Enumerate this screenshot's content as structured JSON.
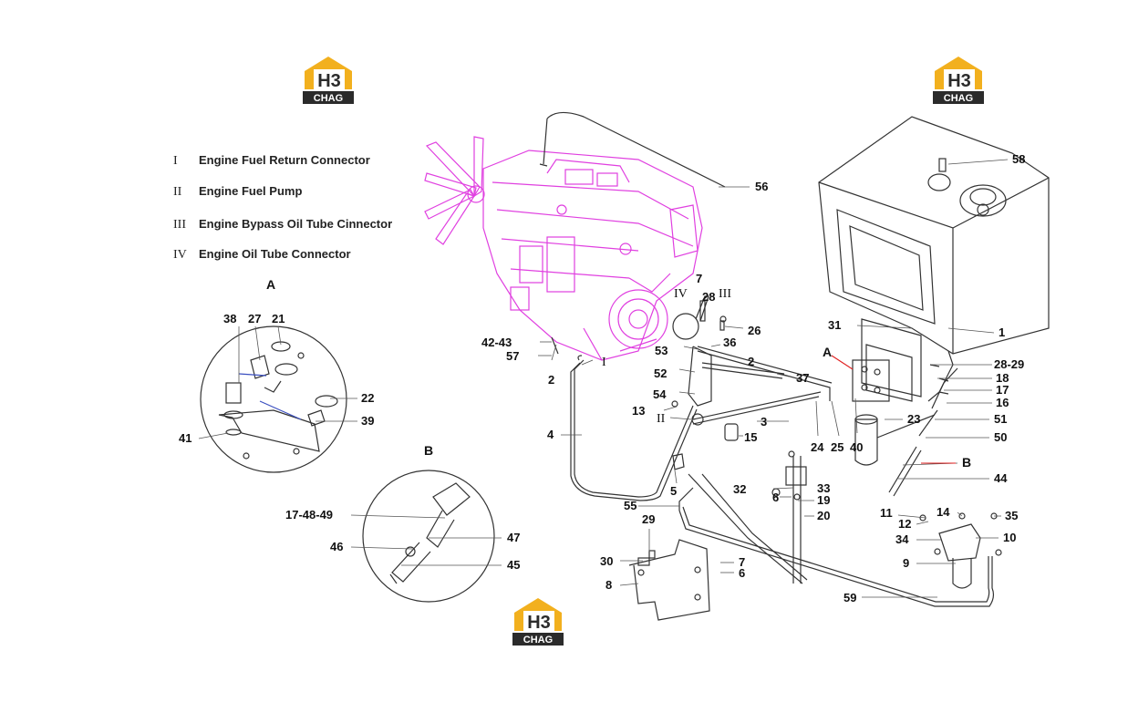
{
  "legend": [
    {
      "numeral": "I",
      "text": "Engine Fuel Return Connector"
    },
    {
      "numeral": "II",
      "text": "Engine Fuel Pump"
    },
    {
      "numeral": "III",
      "text": "Engine Bypass Oil Tube Cinnector"
    },
    {
      "numeral": "IV",
      "text": "Engine Oil Tube Connector"
    }
  ],
  "detail_labels": {
    "a": "A",
    "b": "B"
  },
  "logo": {
    "mark": "H3",
    "text": "CHAG"
  },
  "colors": {
    "engine": "#e040e0",
    "lines": "#333333",
    "leader_red": "#e02020",
    "logo_yellow": "#f2b01e",
    "logo_dark": "#2b2b2b"
  },
  "callouts": {
    "c1": "1",
    "c2a": "2",
    "c2b": "2",
    "c3": "3",
    "c4": "4",
    "c5": "5",
    "c6a": "6",
    "c6b": "6",
    "c7a": "7",
    "c7b": "7",
    "c8": "8",
    "c9": "9",
    "c10": "10",
    "c11": "11",
    "c12": "12",
    "c13": "13",
    "c14": "14",
    "c15": "15",
    "c16": "16",
    "c17": "17",
    "c18": "18",
    "c19": "19",
    "c20": "20",
    "c21": "21",
    "c22": "22",
    "c23": "23",
    "c24": "24",
    "c25": "25",
    "c26": "26",
    "c27": "27",
    "c28a": "28",
    "c2829": "28-29",
    "c29": "29",
    "c30": "30",
    "c31": "31",
    "c32": "32",
    "c33": "33",
    "c34": "34",
    "c35": "35",
    "c36": "36",
    "c37": "37",
    "c38": "38",
    "c39": "39",
    "c40": "40",
    "c41": "41",
    "c4243": "42-43",
    "c44": "44",
    "c45": "45",
    "c46": "46",
    "c47": "47",
    "c174849": "17-48-49",
    "c50": "50",
    "c51": "51",
    "c52": "52",
    "c53": "53",
    "c54": "54",
    "c55": "55",
    "c56": "56",
    "c57": "57",
    "c58": "58",
    "c59": "59",
    "rI": "I",
    "rII": "II",
    "rIII": "III",
    "rIV": "IV"
  }
}
